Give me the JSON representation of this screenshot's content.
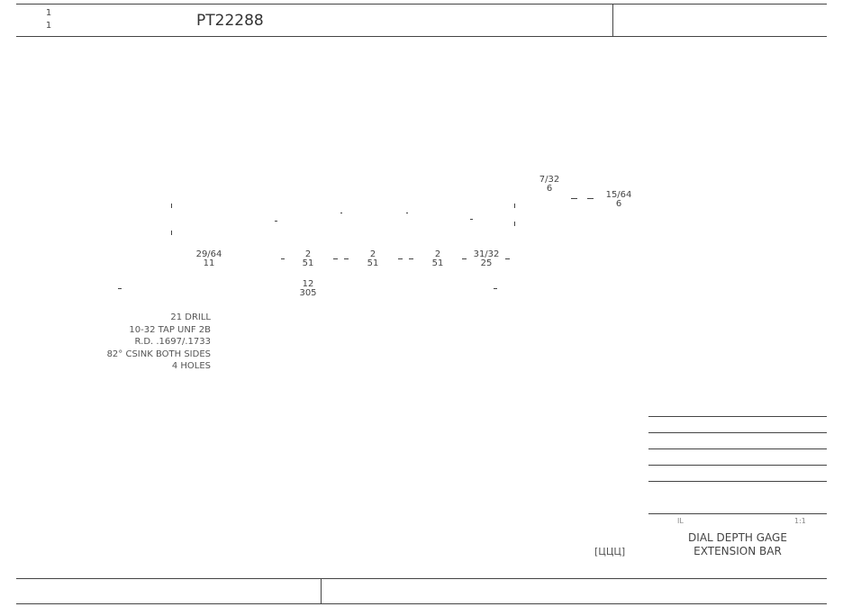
{
  "header": {
    "sheet_top": "1",
    "sheet_bottom": "1",
    "part_number": "PT22288"
  },
  "dimensions": {
    "d1": {
      "num": "29/64",
      "den": "11"
    },
    "d2": {
      "num": "2",
      "den": "51"
    },
    "d3": {
      "num": "2",
      "den": "51"
    },
    "d4": {
      "num": "2",
      "den": "51"
    },
    "d5": {
      "num": "31/32",
      "den": "25"
    },
    "d6": {
      "num": "12",
      "den": "305"
    },
    "d7": {
      "num": "7/32",
      "den": "6"
    },
    "d8": {
      "num": "15/64",
      "den": "6"
    }
  },
  "hole_note": [
    "21 DRILL",
    "10-32 TAP UNF 2B",
    "R.D. .1697/.1733",
    "82° CSINK BOTH SIDES",
    "4 HOLES"
  ],
  "title_block": {
    "left_label": "IL",
    "right_label": "1:1",
    "title_line1": "DIAL DEPTH GAGE",
    "title_line2": "EXTENSION BAR",
    "code": "[ЦЦЦ]"
  }
}
